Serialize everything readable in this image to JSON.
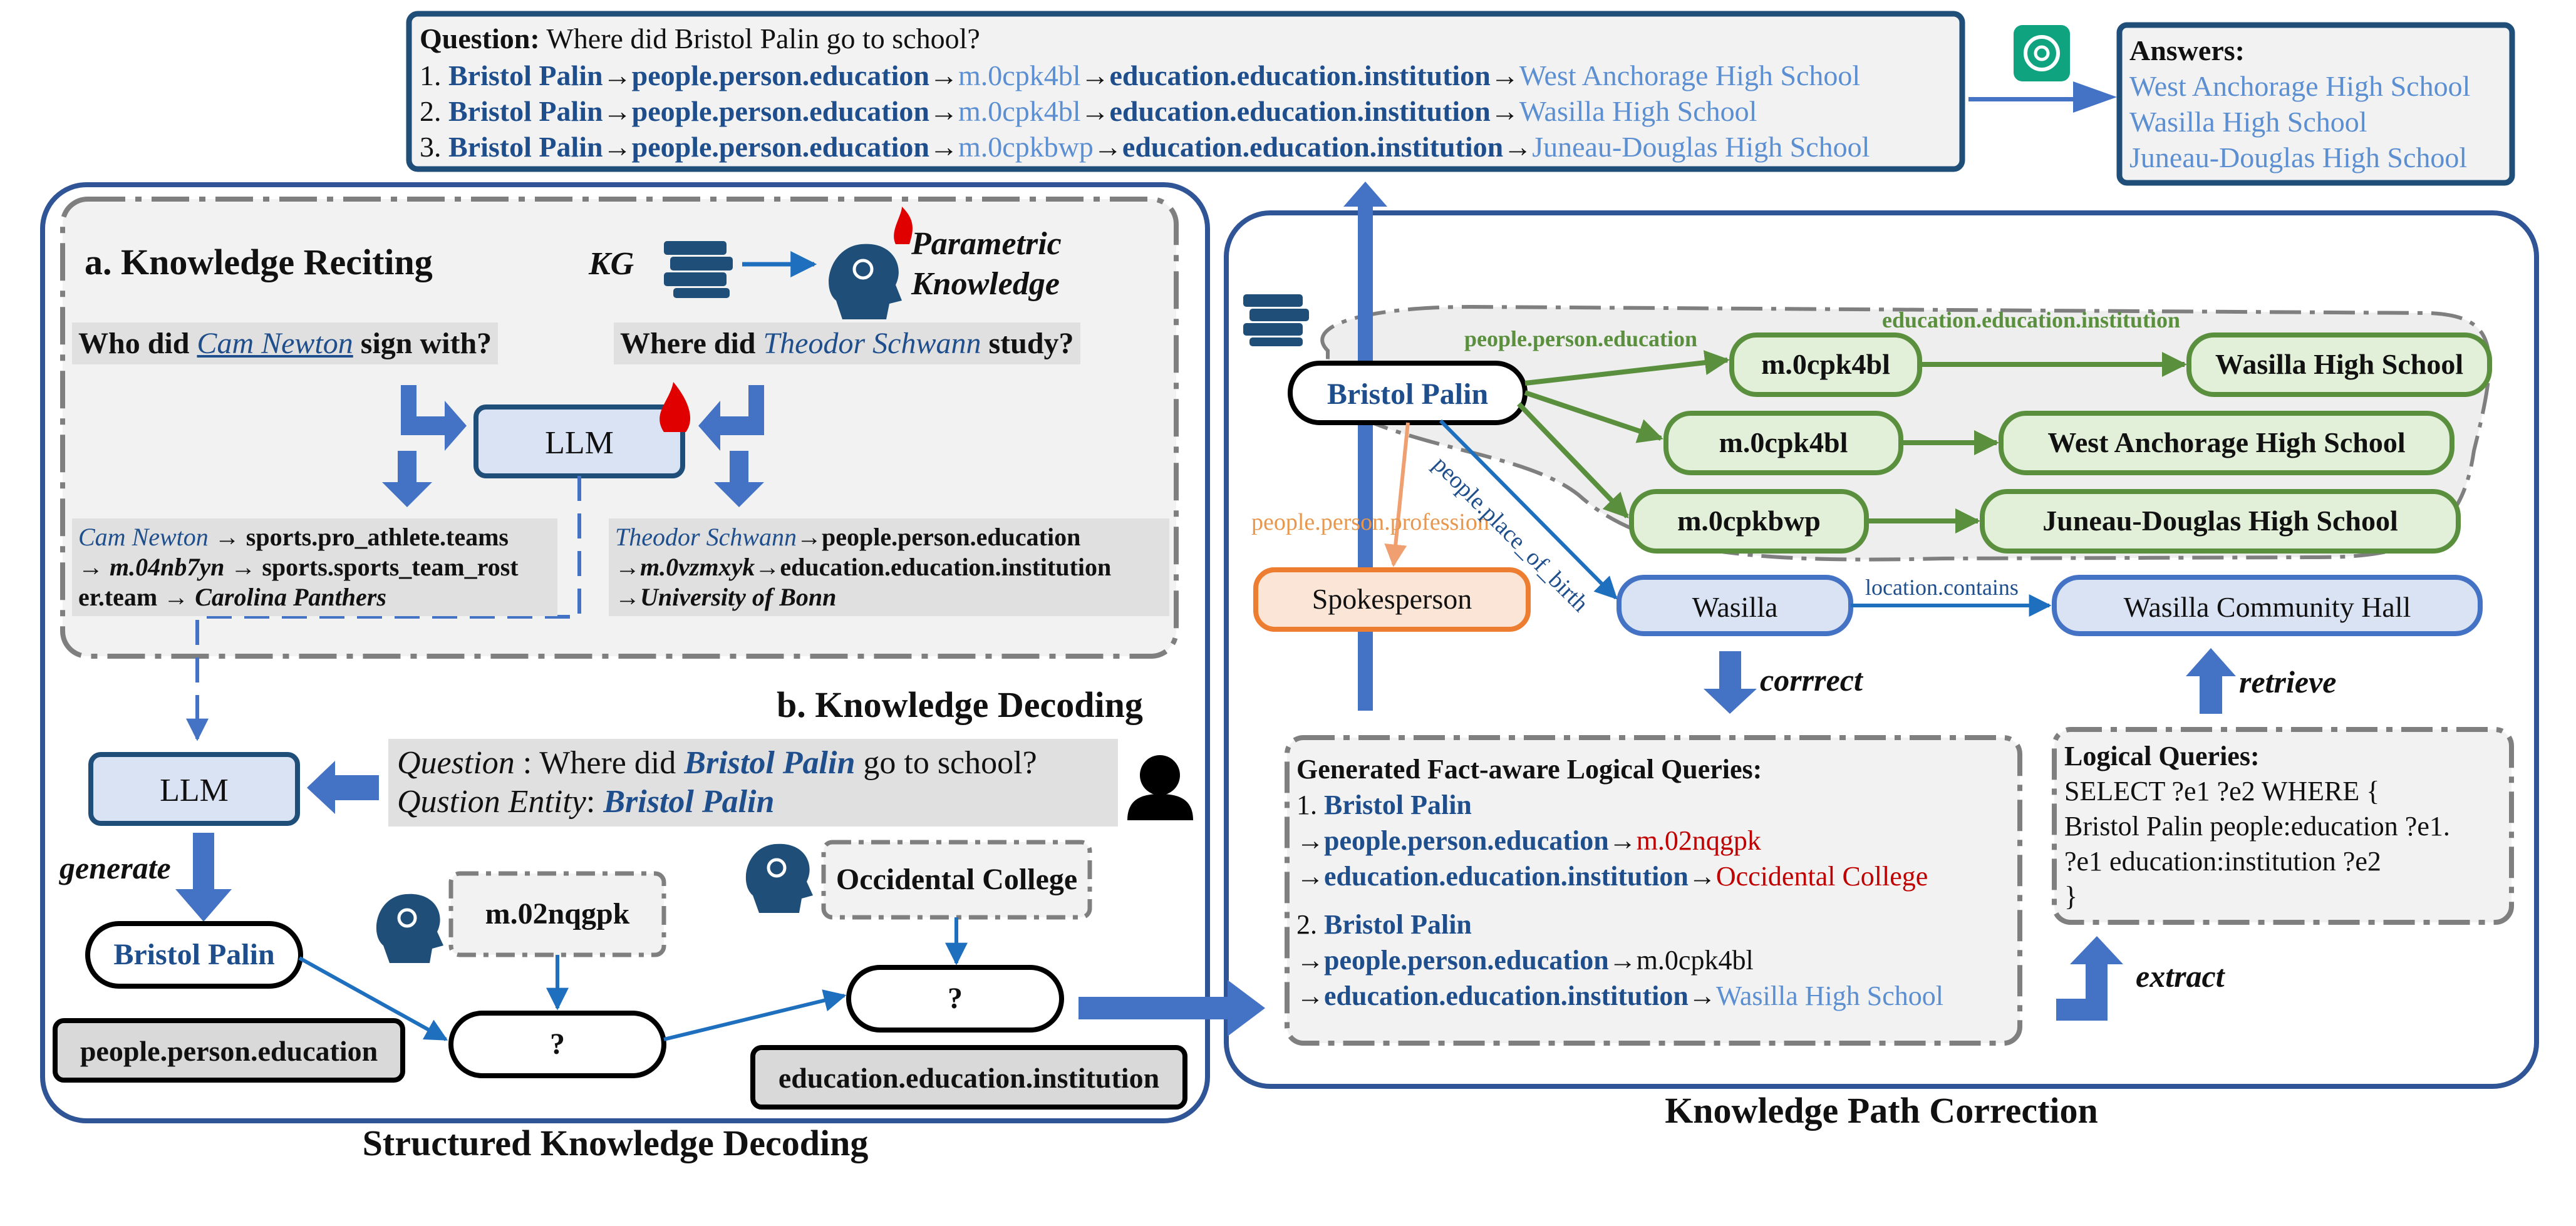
{
  "question_box": {
    "question_label": "Question:",
    "question_text": "Where did Bristol Palin go to school?",
    "paths": [
      {
        "num": "1.",
        "e": "Bristol Palin",
        "r1": "people.person.education",
        "m": "m.0cpk4bl",
        "r2": "education.education.institution",
        "ans": "West Anchorage High School"
      },
      {
        "num": "2.",
        "e": "Bristol Palin",
        "r1": "people.person.education",
        "m": "m.0cpk4bl",
        "r2": "education.education.institution",
        "ans": "Wasilla High School"
      },
      {
        "num": "3.",
        "e": "Bristol Palin",
        "r1": "people.person.education",
        "m": "m.0cpkbwp",
        "r2": "education.education.institution",
        "ans": "Juneau-Douglas High School"
      }
    ]
  },
  "answers_box": {
    "title": "Answers:",
    "items": [
      "West Anchorage High School",
      "Wasilla High School",
      "Juneau-Douglas High School"
    ]
  },
  "left_panel": {
    "caption": "Structured Knowledge Decoding",
    "reciting": {
      "title": "a. Knowledge Reciting",
      "kg_label": "KG",
      "param_label_1": "Parametric",
      "param_label_2": "Knowledge",
      "q1_pre": "Who did ",
      "q1_entity": "Cam Newton",
      "q1_post": " sign with?",
      "q2_pre": "Where did ",
      "q2_entity": "Theodor Schwann",
      "q2_post": " study?",
      "llm": "LLM",
      "path1_l1_entity": "Cam Newton",
      "path1_l1_rel": "sports.pro_athlete.teams",
      "path1_l2_mid": "m.04nb7yn",
      "path1_l2_rel": "sports.sports_team_rost",
      "path1_l3_rel": "er.team",
      "path1_l3_ans": "Carolina Panthers",
      "path2_l1_entity": "Theodor Schwann",
      "path2_l1_rel": "people.person.education",
      "path2_l2_mid": "m.0vzmxyk",
      "path2_l2_rel": "education.education.institution",
      "path2_l3_ans": "University of Bonn"
    },
    "decoding": {
      "title": "b. Knowledge Decoding",
      "llm": "LLM",
      "question_label": "Question",
      "question_pre": "Where did ",
      "question_entity": "Bristol Palin",
      "question_post": " go to school?",
      "entity_label": "Qustion Entity",
      "entity_value": "Bristol Palin",
      "generate": "generate",
      "node_start": "Bristol Palin",
      "node_q1": "?",
      "node_q2": "?",
      "mid_guess": "m.02nqgpk",
      "inst_guess": "Occidental College",
      "rel1": "people.person.education",
      "rel2": "education.education.institution"
    }
  },
  "right_panel": {
    "caption": "Knowledge Path Correction",
    "graph": {
      "center": "Bristol Palin",
      "rel_edu": "people.person.education",
      "rel_inst": "education.education.institution",
      "rel_prof": "people.person.profession",
      "rel_birth": "people.place_of_birth",
      "rel_contains": "location.contains",
      "mids": [
        "m.0cpk4bl",
        "m.0cpk4bl",
        "m.0cpkbwp"
      ],
      "schools": [
        "Wasilla High School",
        "West Anchorage High School",
        "Juneau-Douglas High School"
      ],
      "spokesperson": "Spokesperson",
      "wasilla": "Wasilla",
      "hall": "Wasilla Community Hall"
    },
    "correct": "corrrect",
    "retrieve": "retrieve",
    "extract": "extract",
    "generated": {
      "title": "Generated Fact-aware Logical Queries:",
      "q1_num": "1.",
      "q1_entity": "Bristol Palin",
      "q1_r1": "people.person.education",
      "q1_m": "m.02nqgpk",
      "q1_r2": "education.education.institution",
      "q1_ans": "Occidental College",
      "q2_num": "2.",
      "q2_entity": "Bristol Palin",
      "q2_r1": "people.person.education",
      "q2_m": "m.0cpk4bl",
      "q2_r2": "education.education.institution",
      "q2_ans": "Wasilla High School"
    },
    "logical": {
      "title": "Logical Queries:",
      "l1": "SELECT  ?e1 ?e2 WHERE {",
      "l2": "Bristol Palin people:education ?e1.",
      "l3": "?e1 education:institution ?e2",
      "l4": "}"
    }
  },
  "colors": {
    "dark_blue": "#1f4e8c",
    "arrow_blue": "#4472c4",
    "light_blue_text": "#5b8fd1",
    "green": "#5a8f3e",
    "green_fill": "#e2f0d9",
    "orange": "#e8974f",
    "red": "#c00000",
    "gray": "#e0e0e0"
  }
}
